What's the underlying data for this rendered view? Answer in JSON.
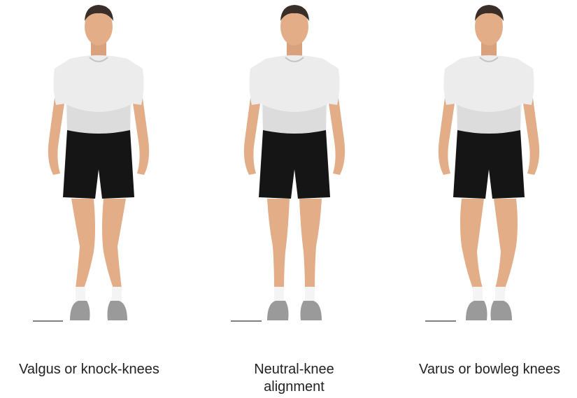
{
  "figures": [
    {
      "caption": "Valgus or knock-knees"
    },
    {
      "caption": "Neutral-knee alignment"
    },
    {
      "caption": "Varus or bowleg knees"
    }
  ],
  "colors": {
    "skin": "#e2ad87",
    "skin_shadow": "#b87a55",
    "shirt": "#ececec",
    "shirt_shadow": "#c4c4c4",
    "shorts": "#151515",
    "hair": "#3a2e28",
    "sock": "#f4f4f4",
    "shoe": "#9a9a9a"
  }
}
